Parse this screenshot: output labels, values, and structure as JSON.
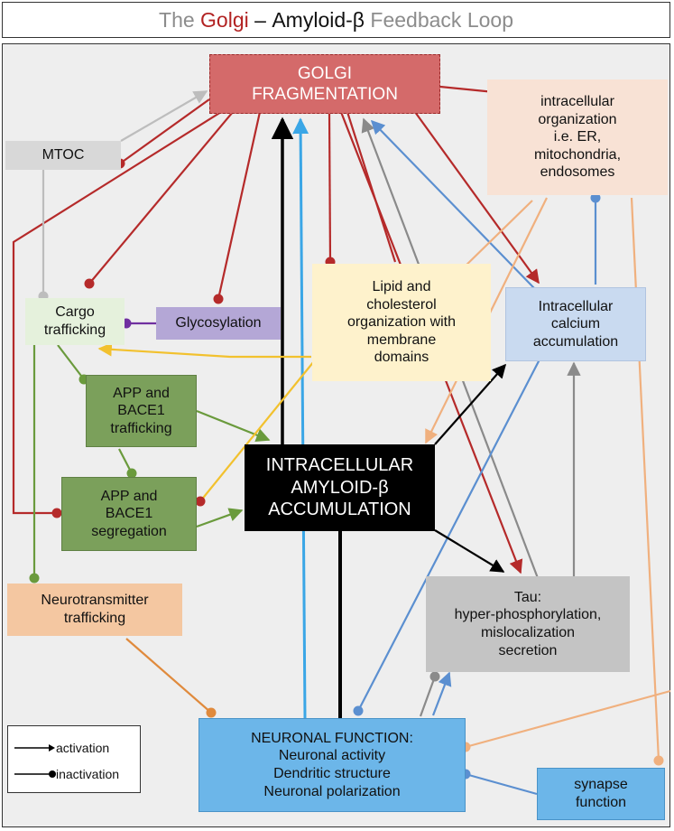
{
  "title": {
    "part1": "The ",
    "golgi": "Golgi",
    "dash": " – ",
    "amyloid": "Amyloid-β",
    "rest": " Feedback Loop"
  },
  "nodes": {
    "golgi": "GOLGI\nFRAGMENTATION",
    "intracellular_org": "intracellular\norganization\ni.e. ER,\nmitochondria,\nendosomes",
    "mtoc": "MTOC",
    "cargo": "Cargo\ntrafficking",
    "glycosylation": "Glycosylation",
    "lipid": "Lipid and\ncholesterol\norganization with\nmembrane\ndomains",
    "calcium": "Intracellular\ncalcium\naccumulation",
    "app_bace_traffic": "APP and\nBACE1\ntrafficking",
    "amyloid": "INTRACELLULAR\nAMYLOID-β\nACCUMULATION",
    "app_bace_seg": "APP and\nBACE1\nsegregation",
    "neurotransmitter": "Neurotransmitter\ntrafficking",
    "tau": "Tau:\nhyper-phosphorylation,\nmislocalization\nsecretion",
    "neuronal": "NEURONAL FUNCTION:\nNeuronal activity\nDendritic structure\nNeuronal polarization",
    "synapse": "synapse\nfunction"
  },
  "legend": {
    "activation": "activation",
    "inactivation": "inactivation"
  },
  "colors": {
    "title_gray": "#8c8c8c",
    "golgi_red": "#b22222",
    "red": "#b52a2a",
    "gray": "#8a8a8a",
    "blue": "#5b8fd0",
    "lightblue": "#3aa6e6",
    "green": "#6a9a3c",
    "purple": "#7030a0",
    "yellow": "#f2c12e",
    "peach": "#f0b07e",
    "orange": "#e08a3c",
    "black": "#000000",
    "golgi_fill": "#d46a6a",
    "org_fill": "#f8e2d5",
    "mtoc_fill": "#d8d8d8",
    "cargo_fill": "#e5f1dc",
    "glyco_fill": "#b4a7d6",
    "lipid_fill": "#fef2cc",
    "calcium_fill": "#c9daf0",
    "app_fill": "#7ba05b",
    "neuro_fill": "#f4c7a1",
    "tau_fill": "#c4c4c4",
    "neuronal_fill": "#6cb6e9",
    "synapse_fill": "#6cb6e9"
  }
}
